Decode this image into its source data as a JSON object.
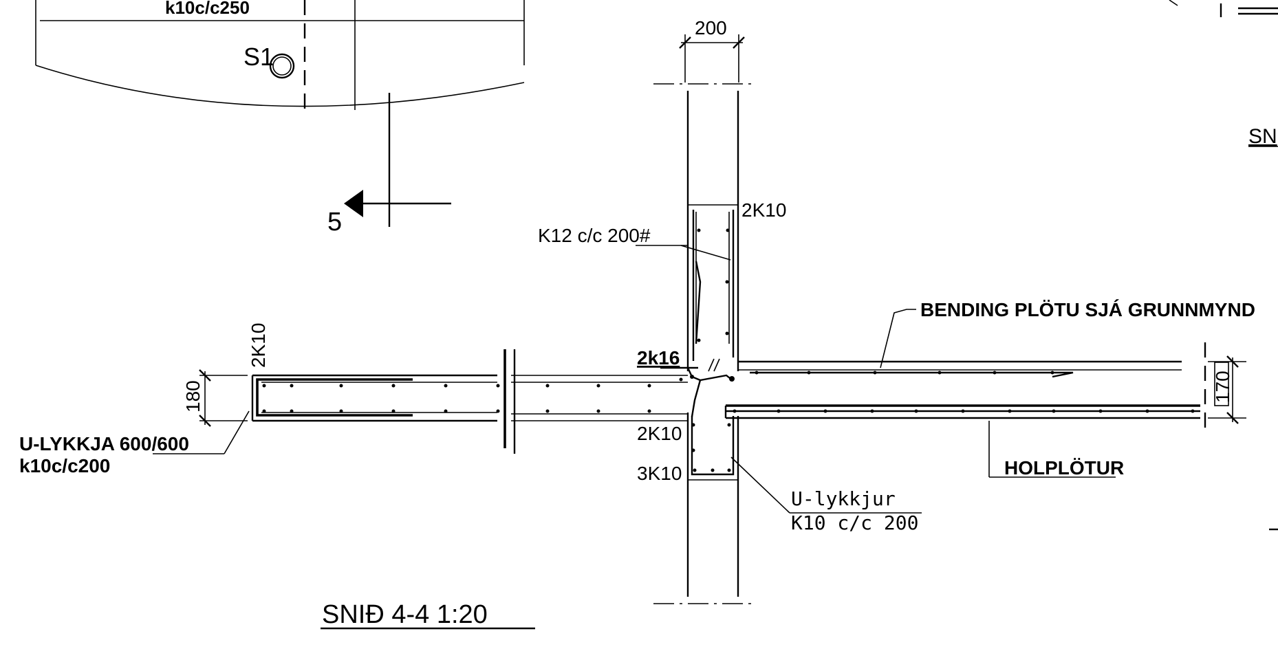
{
  "labels": {
    "top_rebar": "k10c/c250",
    "s1_marker": "S1",
    "section_arrow_number": "5",
    "dim_wall_width": "200",
    "wall_top_bars": "2K10",
    "wall_stirrups": "K12 c/c 200#",
    "slab_note": "BENDING PLÖTU SJÁ GRUNNMYND",
    "beam_bars": "2k16",
    "left_top_bars": "2K10",
    "dim_left_depth": "180",
    "dim_right_depth": "170",
    "u_bar_line1": "U-LYKKJA 600/600",
    "u_bar_line2": "k10c/c200",
    "lower_bars_a": "2K10",
    "lower_bars_b": "3K10",
    "u_loops_line1": "U-lykkjur",
    "u_loops_line2": "K10 c/c 200",
    "hollow_core": "HOLPLÖTUR",
    "section_title": "SNIÐ 4-4 1:20",
    "right_partial_title": "SN"
  }
}
